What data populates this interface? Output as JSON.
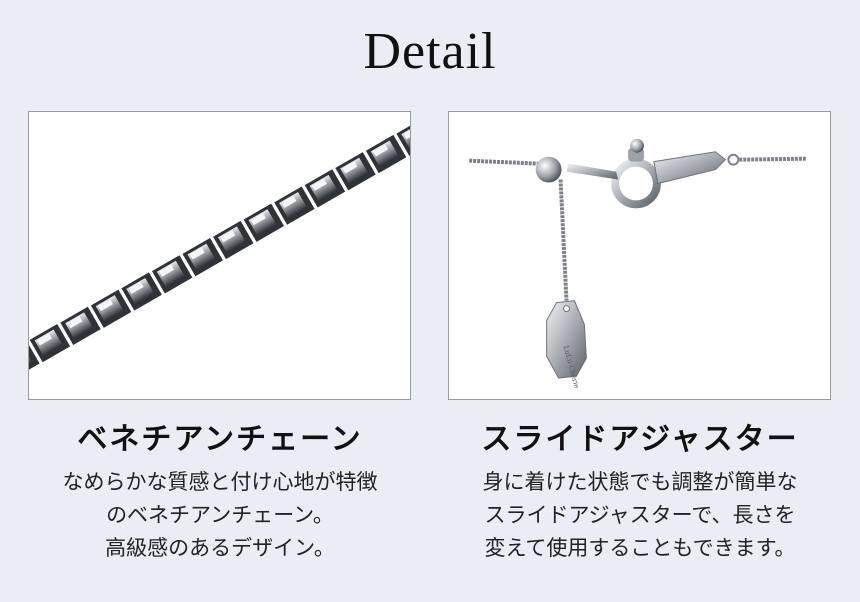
{
  "title": "Detail",
  "panels": [
    {
      "heading": "ベネチアンチェーン",
      "lines": [
        "なめらかな質感と付け心地が特徴",
        "のベネチアンチェーン。",
        "高級感のあるデザイン。"
      ]
    },
    {
      "heading": "スライドアジャスター",
      "lines": [
        "身に着けた状態でも調整が簡単な",
        "スライドアジャスターで、長さを",
        "変えて使用することもできます。"
      ]
    }
  ],
  "colors": {
    "background": "#eaedf3",
    "panel": "#ffffff",
    "metal": "#6b6f76"
  }
}
